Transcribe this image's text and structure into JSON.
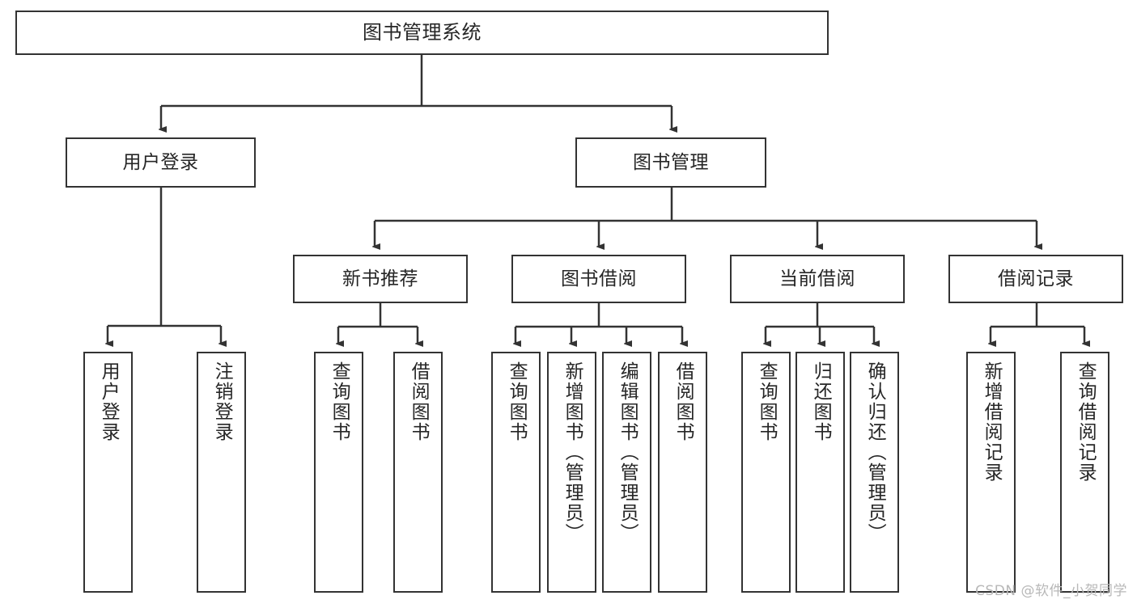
{
  "diagram": {
    "title": "图书管理系统",
    "root": {
      "label": "图书管理系统"
    },
    "level2": [
      {
        "label": "用户登录"
      },
      {
        "label": "图书管理"
      }
    ],
    "level3": [
      {
        "label": "新书推荐"
      },
      {
        "label": "图书借阅"
      },
      {
        "label": "当前借阅"
      },
      {
        "label": "借阅记录"
      }
    ],
    "leaves": {
      "user_login": [
        {
          "label": "用户登录"
        },
        {
          "label": "注销登录"
        }
      ],
      "new_book_recommend": [
        {
          "label": "查询图书"
        },
        {
          "label": "借阅图书"
        }
      ],
      "book_borrow": [
        {
          "label": "查询图书"
        },
        {
          "label": "新增图书（管理员）"
        },
        {
          "label": "编辑图书（管理员）"
        },
        {
          "label": "借阅图书"
        }
      ],
      "current_borrow": [
        {
          "label": "查询图书"
        },
        {
          "label": "归还图书"
        },
        {
          "label": "确认归还（管理员）"
        }
      ],
      "borrow_record": [
        {
          "label": "新增借阅记录"
        },
        {
          "label": "查询借阅记录"
        }
      ]
    }
  },
  "watermark": {
    "text": "CSDN @软件_小贺同学"
  },
  "colors": {
    "border": "#333333",
    "text": "#262626",
    "background": "#ffffff",
    "watermark": "#b8b8b8"
  }
}
